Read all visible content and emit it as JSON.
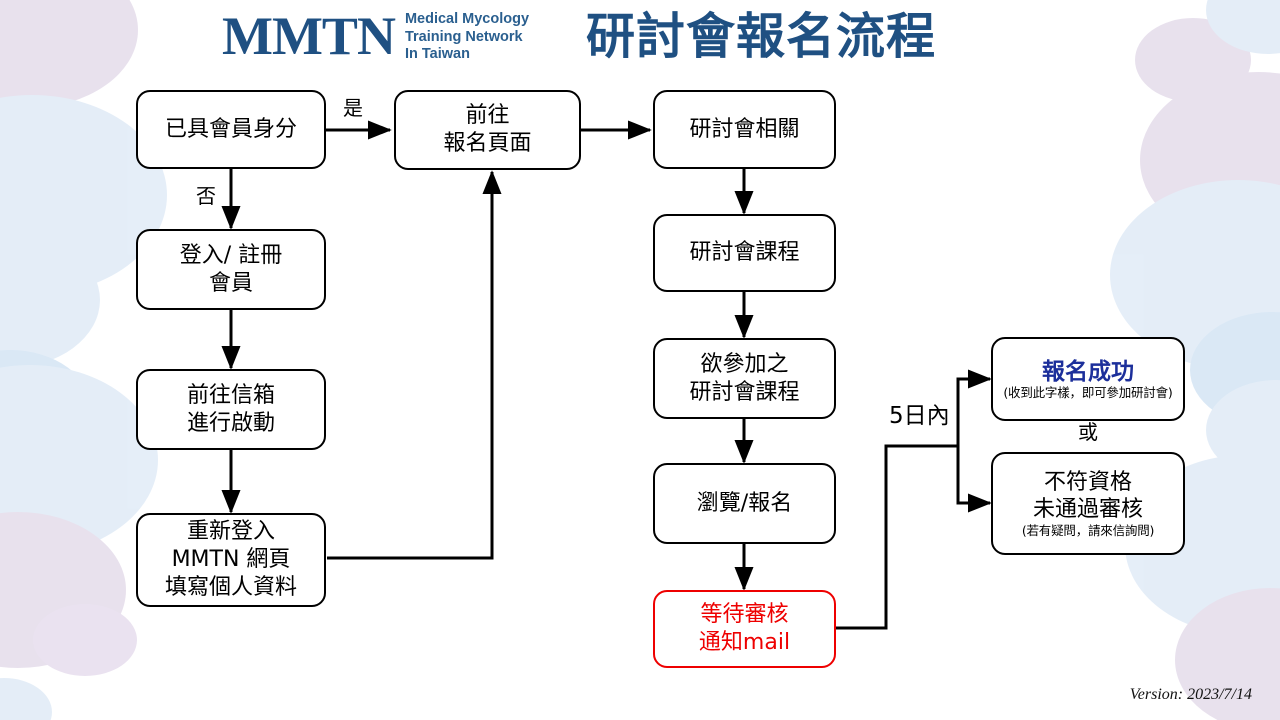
{
  "header": {
    "logo_mark": "MMTN",
    "logo_sub_line1": "Medical Mycology",
    "logo_sub_line2": "Training Network",
    "logo_sub_line3": "In Taiwan",
    "title": "研討會報名流程",
    "brand_color": "#1f5082",
    "logo_sub_color": "#2a5f8f"
  },
  "nodes": {
    "member_check": "已具會員身分",
    "login_register": "登入/ 註冊\n會員",
    "mailbox_activate": "前往信箱\n進行啟動",
    "relogin_profile": "重新登入\nMMTN 網頁\n填寫個人資料",
    "go_signup_page": "前往\n報名頁面",
    "seminar_related": "研討會相關",
    "seminar_courses": "研討會課程",
    "desired_courses": "欲參加之\n研討會課程",
    "browse_signup": "瀏覽/報名",
    "waiting_review": "等待審核\n通知mail",
    "success_title": "報名成功",
    "success_note": "(收到此字樣，即可參加研討會)",
    "fail_line1": "不符資格",
    "fail_line2": "未通過審核",
    "fail_note": "(若有疑問，請來信詢問)"
  },
  "labels": {
    "yes": "是",
    "no": "否",
    "within_5_days": "5日內",
    "or": "或"
  },
  "footer": {
    "version": "Version: 2023/7/14"
  },
  "colors": {
    "node_border": "#000000",
    "node_border_alert": "#ee0000",
    "node_text_alert": "#ee0000",
    "success_text": "#1c2f9b",
    "bg_blue": "#cfe0f2",
    "bg_purple": "#d6c9e0"
  }
}
